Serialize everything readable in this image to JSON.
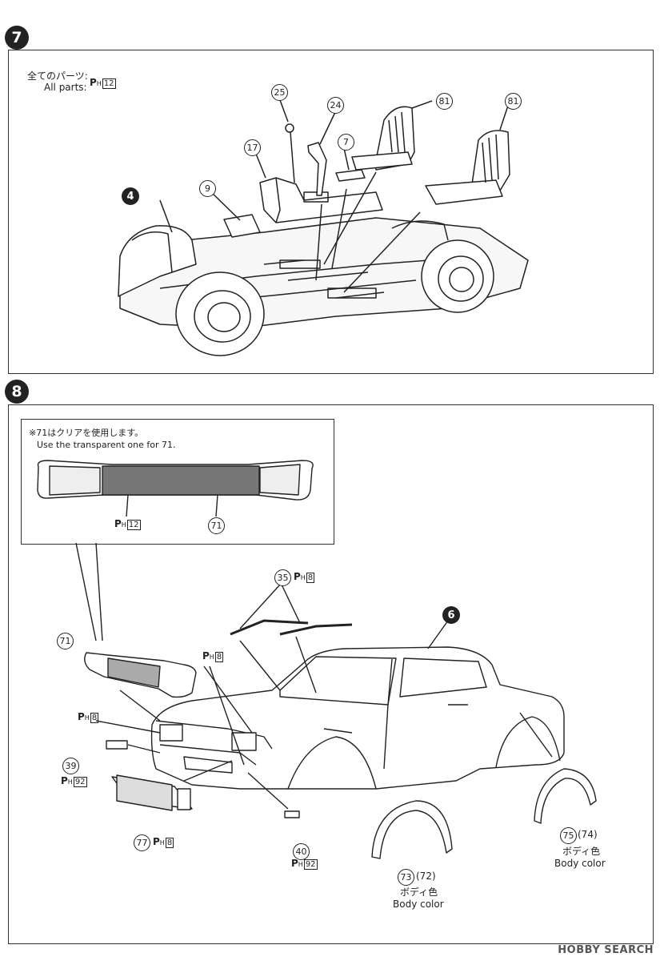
{
  "step7": {
    "number": "7",
    "all_parts_jp": "全てのパーツ:",
    "all_parts_en": "All parts:",
    "all_parts_paint": "12",
    "callouts": [
      "25",
      "24",
      "81",
      "81",
      "17",
      "7",
      "9",
      "4"
    ]
  },
  "step8": {
    "number": "8",
    "inset_note_jp": "※71はクリアを使用します。",
    "inset_note_en": "Use the transparent one for 71.",
    "inset_paint": "12",
    "inset_part": "71",
    "callouts": {
      "p35": "35",
      "p35_paint": "8",
      "p6": "6",
      "p71": "71",
      "ph8_a": "8",
      "ph8_b": "8",
      "p39": "39",
      "p39_paint": "92",
      "p77": "77",
      "p77_paint": "8",
      "p40": "40",
      "p40_paint": "92",
      "p73": "73",
      "p72": "(72)",
      "p75": "75",
      "p74": "(74)"
    },
    "body_color_jp": "ボディ色",
    "body_color_en": "Body color"
  },
  "paint_prefix": "P",
  "paint_sub": "H",
  "watermark": "HOBBY SEARCH"
}
